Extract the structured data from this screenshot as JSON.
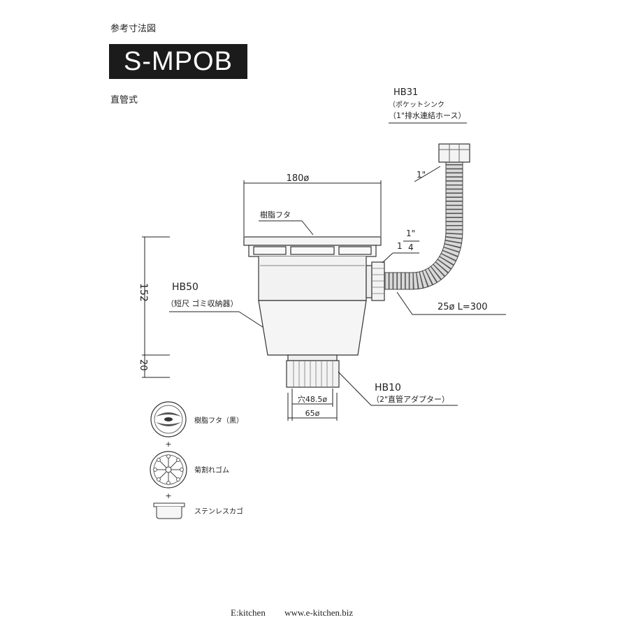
{
  "header": {
    "subtitle": "参考寸法図",
    "model": "S-MPOB",
    "type": "直管式"
  },
  "hose": {
    "code": "HB31",
    "desc_line1": "（ポケットシンク",
    "desc_line2": "（1\"排水連結ホース）",
    "thread_label": "1\"",
    "spec": "25ø  L=300"
  },
  "fitting": {
    "whole": "1",
    "num": "1\"",
    "den": "4"
  },
  "lid": {
    "label": "樹脂フタ"
  },
  "basket": {
    "code": "HB50",
    "desc": "（短尺 ゴミ収納器）"
  },
  "adapter": {
    "code": "HB10",
    "desc": "（2\"直管アダプター）"
  },
  "dimensions": {
    "top_width": "180ø",
    "height": "152",
    "bottom_height": "20",
    "hole": "穴48.5ø",
    "outer": "65ø"
  },
  "parts": [
    {
      "label": "樹脂フタ（黒）"
    },
    {
      "label": "菊割れゴム"
    },
    {
      "label": "ステンレスカゴ"
    }
  ],
  "parts_plus": "+",
  "footer": {
    "brand": "E:kitchen",
    "url": "www.e-kitchen.biz"
  }
}
